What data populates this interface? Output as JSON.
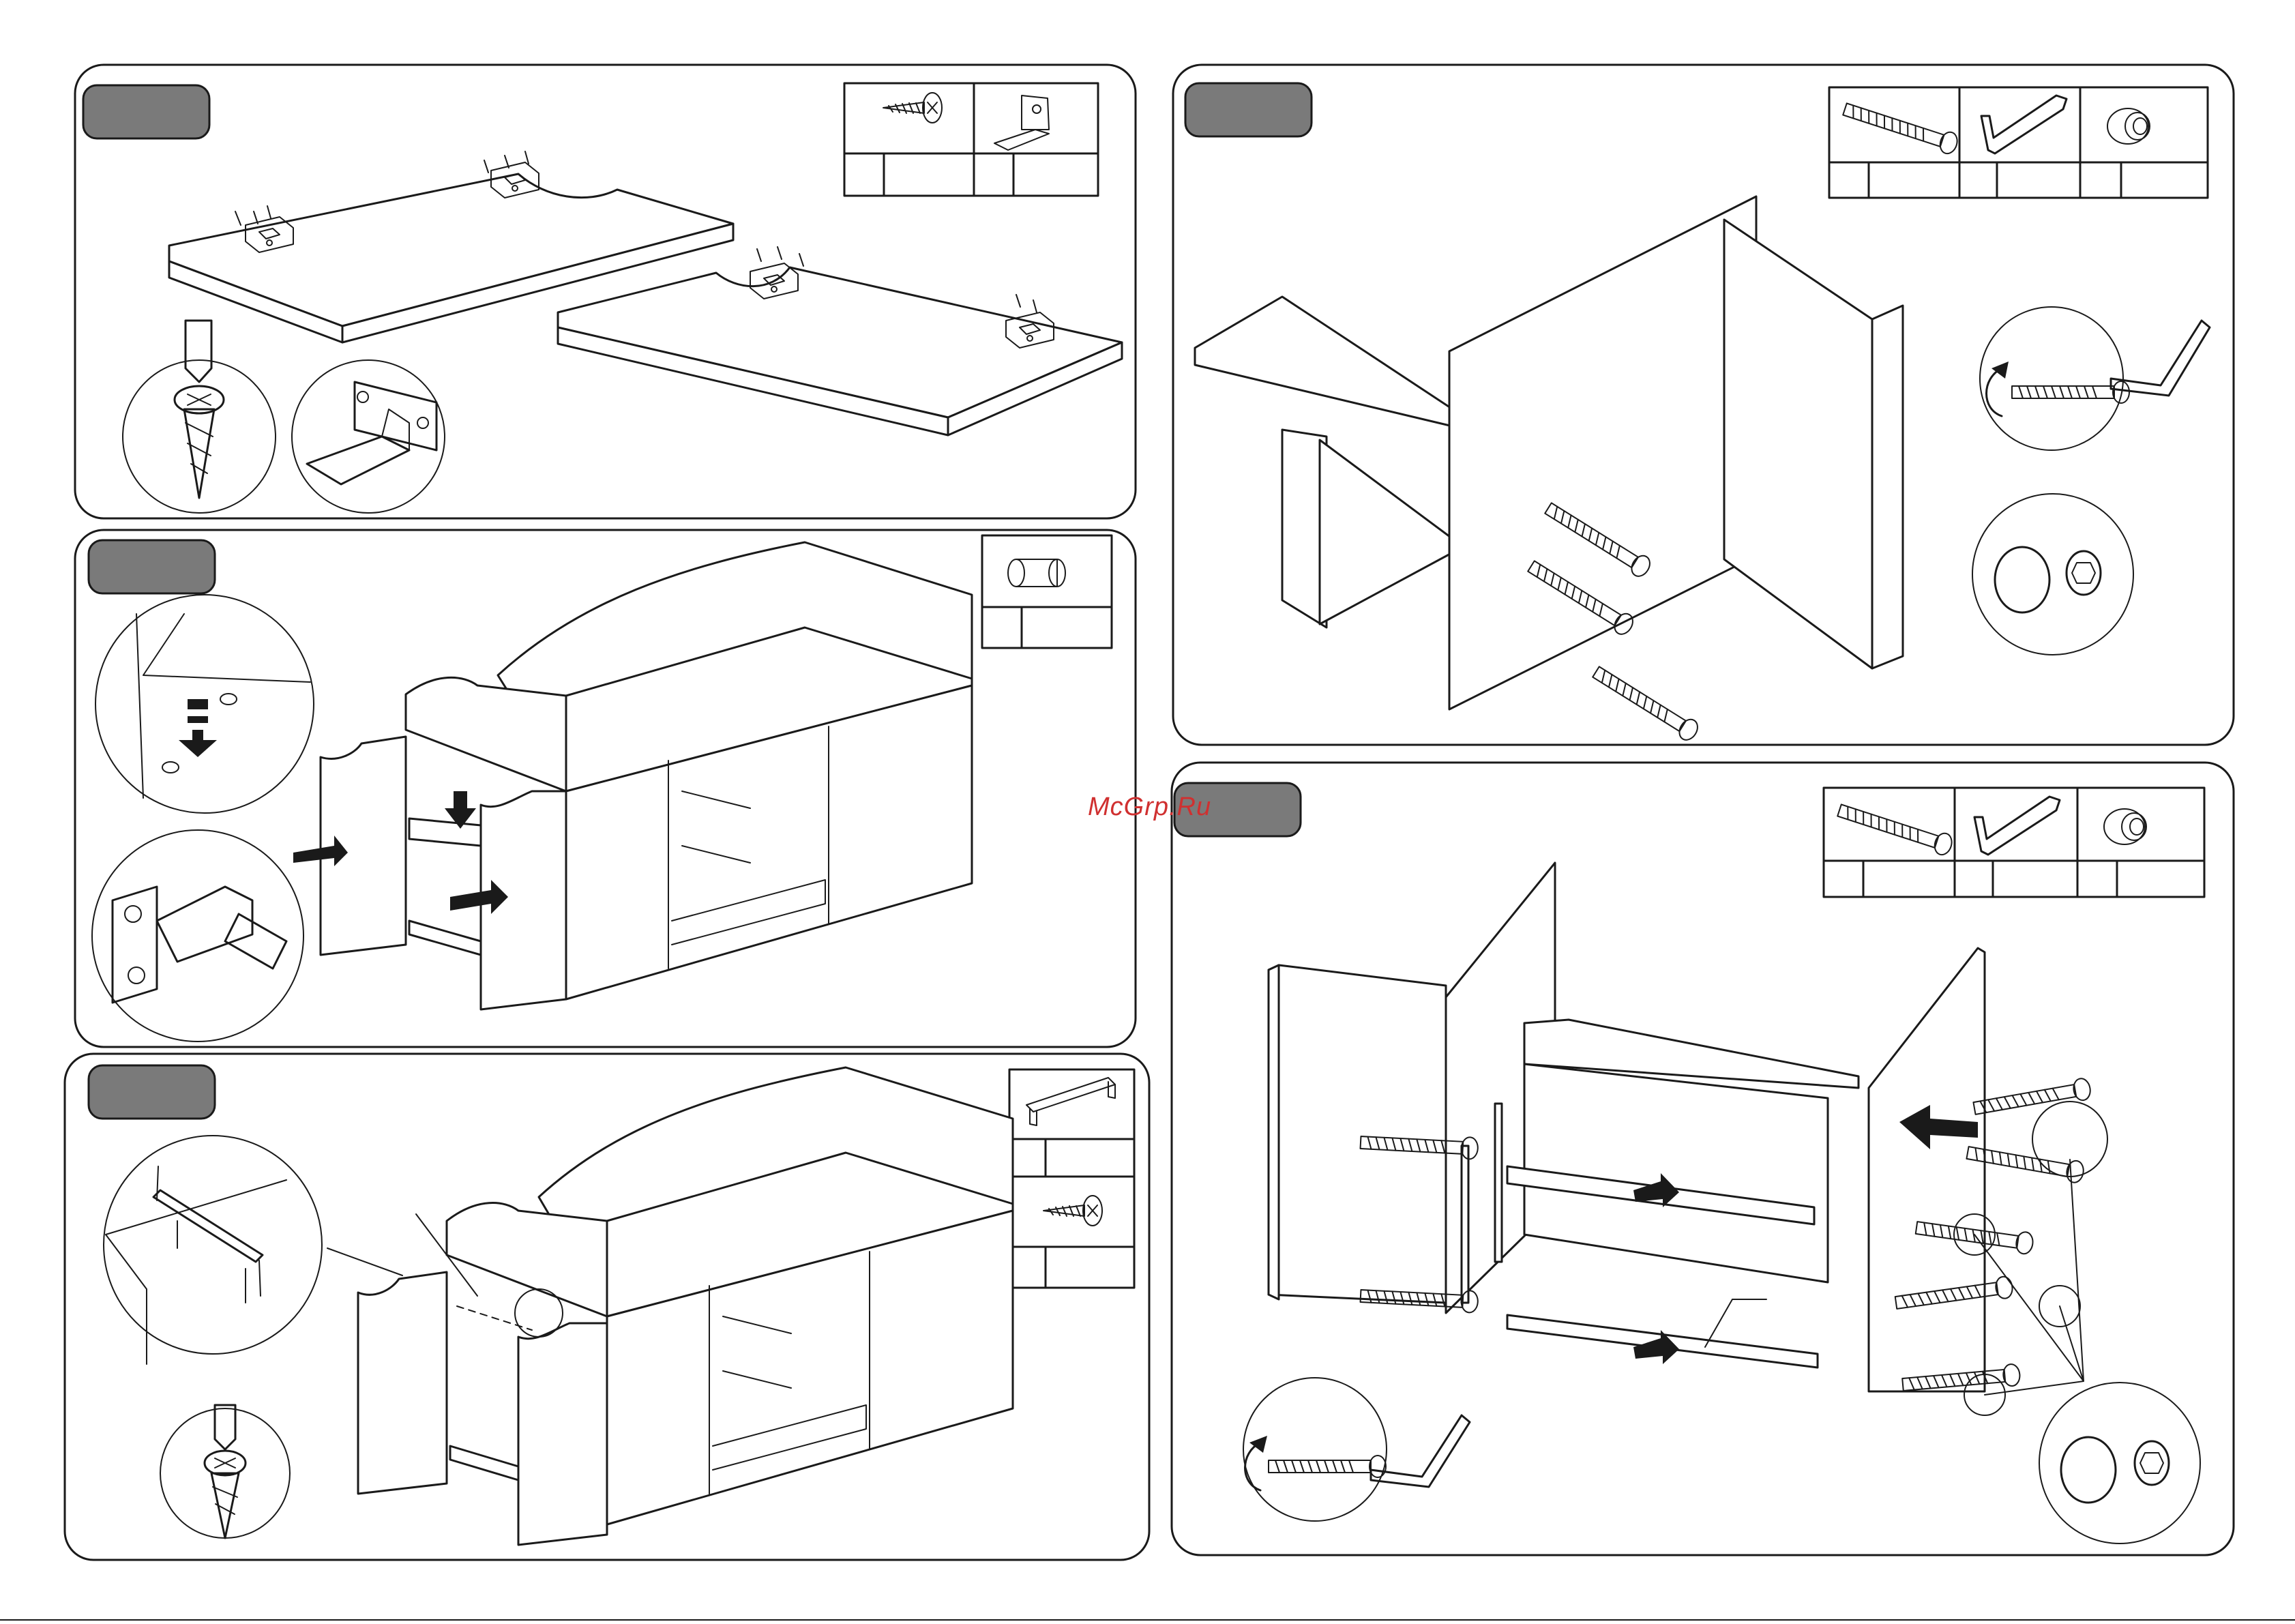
{
  "watermark": "McGrp.Ru",
  "steps": [
    {
      "id": "step-1",
      "badge": "",
      "parts_count": [
        "",
        ""
      ]
    },
    {
      "id": "step-2",
      "badge": "",
      "parts_count": [
        ""
      ]
    },
    {
      "id": "step-3",
      "badge": "",
      "parts_count": [
        "",
        ""
      ]
    },
    {
      "id": "step-4",
      "badge": "",
      "parts_count": [
        "",
        "",
        ""
      ]
    },
    {
      "id": "step-5",
      "badge": "",
      "parts_count": [
        "",
        "",
        ""
      ]
    }
  ],
  "colors": {
    "badge": "#7a7a7a",
    "line": "#1a1a1a",
    "watermark": "#d03030"
  },
  "icons": [
    "screw-icon",
    "hinge-plate-icon",
    "dowel-icon",
    "handle-bar-icon",
    "cam-bolt-icon",
    "allen-key-icon",
    "cam-lock-icon",
    "screwdriver-icon"
  ]
}
